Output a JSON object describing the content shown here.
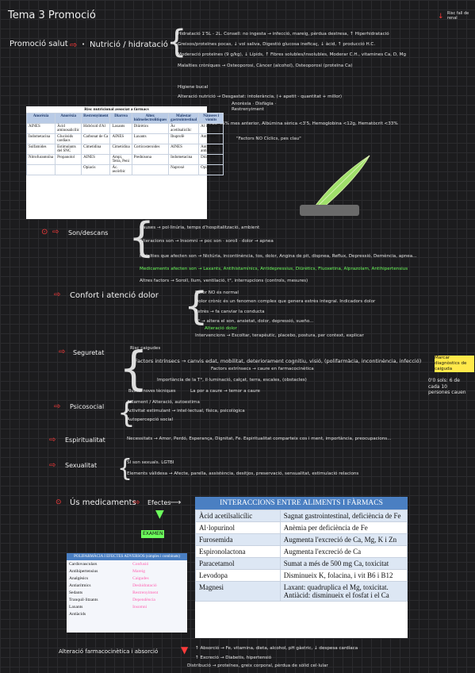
{
  "title": "Tema 3 Promoció",
  "corner_note": "Risc fall de renal",
  "sections": {
    "promocio": "Promoció salut",
    "nutricio": "Nutrició / hidratació",
    "son": "Son/descans",
    "confort": "Confort i atenció dolor",
    "seguretat": "Seguretat",
    "psicosocial": "Psicosocial",
    "espiritualitat": "Espiritualitat",
    "sexualitat": "Sexualitat",
    "medicaments": "Ús medicaments",
    "efectes": "Efectes",
    "farmaco": "Alteració farmacocinètica i absorció"
  },
  "nutricio_lines": [
    "Hidratació 1'5L - 2L. Consell: no ingesta → infecció, mareig, pèrdua destresa, ↑ Hiperhidratació",
    "Greixos/proteïnes pocas, ↓ vol saliva, Digestió glucosa ineficaç, ↓ àcid, ↑ producció H.C.",
    "Moderació proteïnes (9 g/kg), ↓ Lípids, ↑ Fibres solubles/insolubles, Moderar C.H., vitamines Ca, D, Mg",
    "Malalties cròniques → Osteoporosi, Càncer (alcohol), Osteoporosi (proteïna Ca)",
    "Higiene bucal",
    "Alteració nutrició → Desgastat: intolerància, (+ apetit - quantitat + millor)",
    "Anorèxia · Disfàgia · Restrenyiment",
    "Desnutrició → Pes <5% mes anterior, Albúmina sèrica <3'5, Hemoglobina <12g, Hematòcrit <33%",
    "\"Factors NO Cíclics, pes clau\""
  ],
  "table1": {
    "title": "Risc nutricional associat a fàrmacs",
    "headers": [
      "Anorèxia",
      "Anorèxia",
      "Restrenyiment",
      "Diarrea",
      "Alter. hidroelectrolítiques",
      "Malestar gastrointestinal",
      "Nàusees i vòmits"
    ],
    "rows": [
      [
        "AINES",
        "Àcid aminosalicílic",
        "Hidròxid d'Al",
        "Laxants",
        "Diürètics",
        "Àc acetilsalicílic",
        "Al·lopurinol"
      ],
      [
        "Indometacina",
        "Glucòsids cardíacs",
        "Carbonat de Ca",
        "AINES",
        "Laxants",
        "Ibuprofè",
        "Antibiòtic"
      ],
      [
        "Sulfamides",
        "Estimulants del SNC",
        "Cimetidina",
        "Cimetidina",
        "Corticosteroides",
        "AINES",
        "Antiarítmics, antiHTA"
      ],
      [
        "Nitrofurantoïna",
        "Propanolol",
        "AINES",
        "Ampi, Tetra, Peni",
        "Prednisona",
        "Indometacina",
        "Diürètics"
      ],
      [
        "",
        "",
        "Opiacis",
        "Àc. ascòrbic",
        "",
        "Naproxè",
        "Opiacis"
      ]
    ]
  },
  "son_lines": [
    "Causes → pol·linúria, temps d'hospitalització, ambient",
    "Alteracions son → Insomni → poc son · soroll · dolor → apnea",
    "Malalties que afecten son → Nictúria, incontinència, tos, dolor, Angina de pit, dispnea, Reflux, Depressió, Demència, apnea...",
    "Medicaments afecten son → Laxants, Antihistamínics, Antidepressius, Diürètics, Fluoxetina, Alprazolam, Antihipertensius",
    "Altres factors → Soroll, llum, ventilació, t°, interrupcions (controls, mesures)"
  ],
  "confort_lines": [
    "Dolor NO és normal",
    "Dolor crònic és un fenomen complex que genera estrès integral. Indicadors dolor",
    "Estrès → fa canviar la conducta",
    "T° → altera el son, ansietat, dolor, depressió, sueño...",
    "Alteració dolor",
    "Intervencions → Escoltar, terapèutic, placebo, postura, per context, explicar"
  ],
  "seguretat_lines": [
    "Risc caigudes",
    "Factors intrínsecs → canvis edat, mobilitat, deteriorament cognitiu, visió, (polifarmàcia, incontinència, infecció)",
    "Factors extrínsecs → caure en farmacocinètica",
    "Importància de la T°, il·luminació, calçat, terra, escales, (obstacles)",
    "Buscar noves tècniques",
    "La por a caure → temor a caure"
  ],
  "seguretat_side": "Marcar diagnòstics de caiguda",
  "caigudes_note": "0'0 sols: 6 de cada 10 persones cauen",
  "psicosocial_lines": [
    "Aïllament / Alteració, autoestima",
    "Activitat estimulant → intel·lectual, física, psicològica",
    "Autopercepció social"
  ],
  "espiritualitat_line": "Necessitats → Amor, Perdó, Esperança, Dignitat, Fe. Espiritualitat comparteix cos i ment, importància, preocupacions...",
  "sexualitat_lines": [
    "SI son sexuals. LGTBI",
    "Elements vàlidesa → Afecte, parella, assistència, desitjos, preservació, sensualitat, estimulació relacions"
  ],
  "table2": {
    "title": "INTERACCIONS ENTRE ALIMENTS I FÀRMACS",
    "rows": [
      [
        "Àcid acetilsalicílic",
        "Sagnat gastrointestinal, deficiència de Fe"
      ],
      [
        "Al·lopurinol",
        "Anèmia per deficiència de Fe"
      ],
      [
        "Furosemida",
        "Augmenta l'excreció de Ca, Mg, K i Zn"
      ],
      [
        "Espironolactona",
        "Augmenta l'excreció de Ca"
      ],
      [
        "Paracetamol",
        "Sumat a més de 500 mg Ca, toxicitat"
      ],
      [
        "Levodopa",
        "Disminueix K, folacina, i vit B6 i B12"
      ],
      [
        "Magnesi",
        "Laxant: quadruplica el Mg, toxicitat. Antiàcid: disminueix el fosfat i el Ca"
      ]
    ]
  },
  "table3": {
    "title": "POLIFARMÀCIA I EFECTES ADVERSOS (simples i combinats)",
    "left": [
      "Cardiovasculars",
      "Antihipertensius",
      "Analgèsics",
      "Antiarítmics",
      "Sedants",
      "Tranquil·litzants",
      "Laxants",
      "Antiàcids"
    ],
    "right": [
      "Confusió",
      "Mareig",
      "Caigudes",
      "Deshidratació",
      "Restrenyiment",
      "Dependència",
      "Insomni"
    ]
  },
  "footer_lines": [
    "↑ Absorció → Fe, vitamina, dieta, alcohol, pH gàstric, ↓ despesa cardíaca",
    "↑ Excreció → Diabetis, hipertensió",
    "Distribució → proteïnes, greix corporal, pèrdua de sòlid cel·lular"
  ],
  "examen_tag": "EXAMEN"
}
